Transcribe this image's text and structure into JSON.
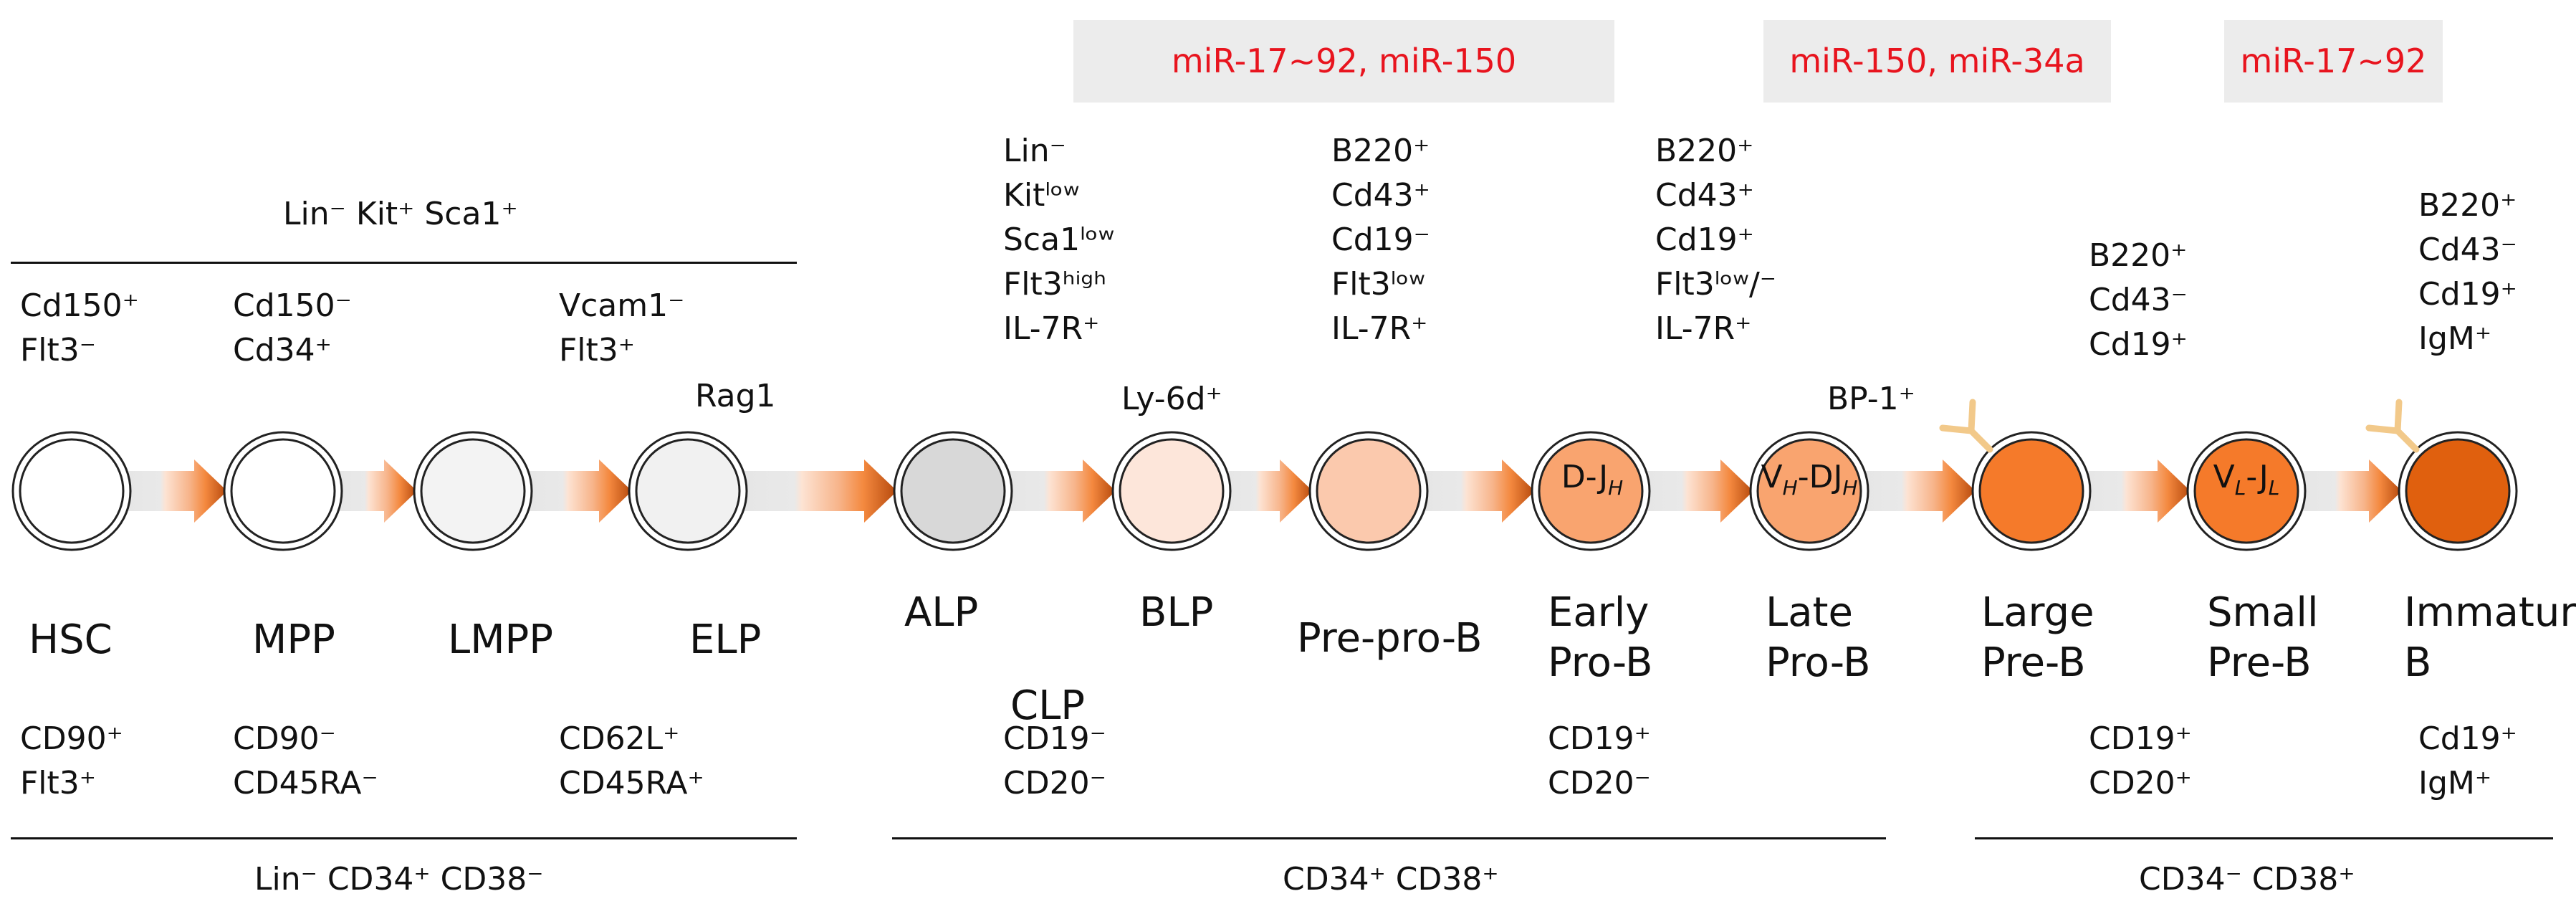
{
  "mirna_boxes": [
    {
      "text": "miR-17~92, miR-150"
    },
    {
      "text": "miR-150, miR-34a"
    },
    {
      "text": "miR-17~92"
    }
  ],
  "top_group": {
    "label": "Lin⁻ Kit⁺ Sca1⁺"
  },
  "bottom_groups": [
    {
      "label": "Lin⁻ CD34⁺ CD38⁻"
    },
    {
      "label": "CD34⁺ CD38⁺"
    },
    {
      "label": "CD34⁻ CD38⁺"
    }
  ],
  "stages": [
    {
      "name": "HSC",
      "mouse_markers": [
        "Cd150⁺",
        "Flt3⁻"
      ],
      "human_markers": [
        "CD90⁺",
        "Flt3⁺"
      ],
      "fill": "#ffffff"
    },
    {
      "name": "MPP",
      "mouse_markers": [
        "Cd150⁻",
        "Cd34⁺"
      ],
      "human_markers": [
        "CD90⁻",
        "CD45RA⁻"
      ],
      "fill": "#ffffff"
    },
    {
      "name": "LMPP",
      "mouse_markers": [],
      "human_markers": [],
      "fill": "#f3f3f3"
    },
    {
      "name": "ELP",
      "mouse_markers": [
        "Vcam1⁻",
        "Flt3⁺"
      ],
      "extra_marker": "Rag1",
      "human_markers": [
        "CD62L⁺",
        "CD45RA⁺"
      ],
      "fill": "#f1f1f1"
    },
    {
      "name": "ALP",
      "mouse_markers": [],
      "human_markers": [],
      "fill": "#d8d8d8"
    },
    {
      "name": "BLP",
      "sub_name": "CLP",
      "mouse_markers": [
        "Lin⁻",
        "Kitˡᵒʷ",
        "Sca1ˡᵒʷ",
        "Flt3ʰⁱᵍʰ",
        "IL-7R⁺"
      ],
      "extra_marker": "Ly-6d⁺",
      "human_markers": [
        "CD19⁻",
        "CD20⁻"
      ],
      "fill": "#fde6da"
    },
    {
      "name": "Pre-pro-B",
      "mouse_markers": [
        "B220⁺",
        "Cd43⁺",
        "Cd19⁻",
        "Flt3ˡᵒʷ",
        "IL-7R⁺"
      ],
      "human_markers": [],
      "fill": "#fbc9ad"
    },
    {
      "name": "Early\nPro-B",
      "inner_label": "D-J",
      "inner_sub": "H",
      "mouse_markers": [],
      "human_markers": [
        "CD19⁺",
        "CD20⁻"
      ],
      "fill": "#f9a46f"
    },
    {
      "name": "Late\nPro-B",
      "inner_label": "V",
      "inner_sub": "H",
      "inner_label2": "-DJ",
      "inner_sub2": "H",
      "mouse_markers": [
        "B220⁺",
        "Cd43⁺",
        "Cd19⁺",
        "Flt3ˡᵒʷ/⁻",
        "IL-7R⁺"
      ],
      "extra_marker": "BP-1⁺",
      "human_markers": [],
      "fill": "#f9a46f"
    },
    {
      "name": "Large\nPre-B",
      "mouse_markers": [
        "B220⁺",
        "Cd43⁻",
        "Cd19⁺"
      ],
      "human_markers": [
        "CD19⁺",
        "CD20⁺"
      ],
      "fill": "#f57a2a"
    },
    {
      "name": "Small\nPre-B",
      "inner_label": "V",
      "inner_sub": "L",
      "inner_label2": "-J",
      "inner_sub2": "L",
      "mouse_markers": [],
      "human_markers": [],
      "fill": "#f57a2a"
    },
    {
      "name": "Immature\nB",
      "mouse_markers": [
        "B220⁺",
        "Cd43⁻",
        "Cd19⁺",
        "IgM⁺"
      ],
      "human_markers": [
        "Cd19⁺",
        "IgM⁺"
      ],
      "fill": "#e0600e"
    }
  ],
  "colors": {
    "mirna_text": "#e8141e",
    "mirna_box": "#ececec",
    "receptor": "#f2c98a"
  }
}
